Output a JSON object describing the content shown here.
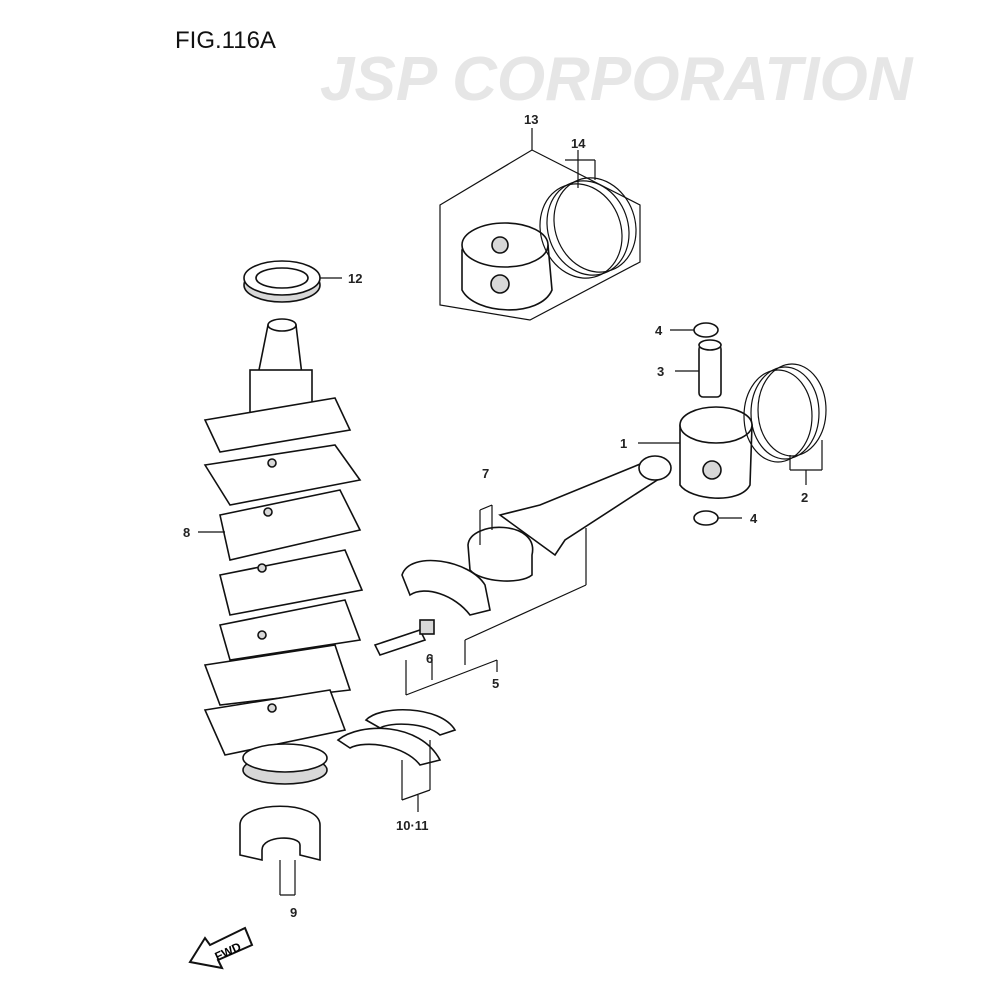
{
  "figure_title": "FIG.116A",
  "watermark": "JSP CORPORATION",
  "fwd_label": "FWD",
  "callouts": {
    "c13": "13",
    "c14": "14",
    "c12": "12",
    "c4a": "4",
    "c3": "3",
    "c1": "1",
    "c2": "2",
    "c4b": "4",
    "c7": "7",
    "c8": "8",
    "c6": "6",
    "c5": "5",
    "c10_11": "10·11",
    "c9": "9"
  }
}
